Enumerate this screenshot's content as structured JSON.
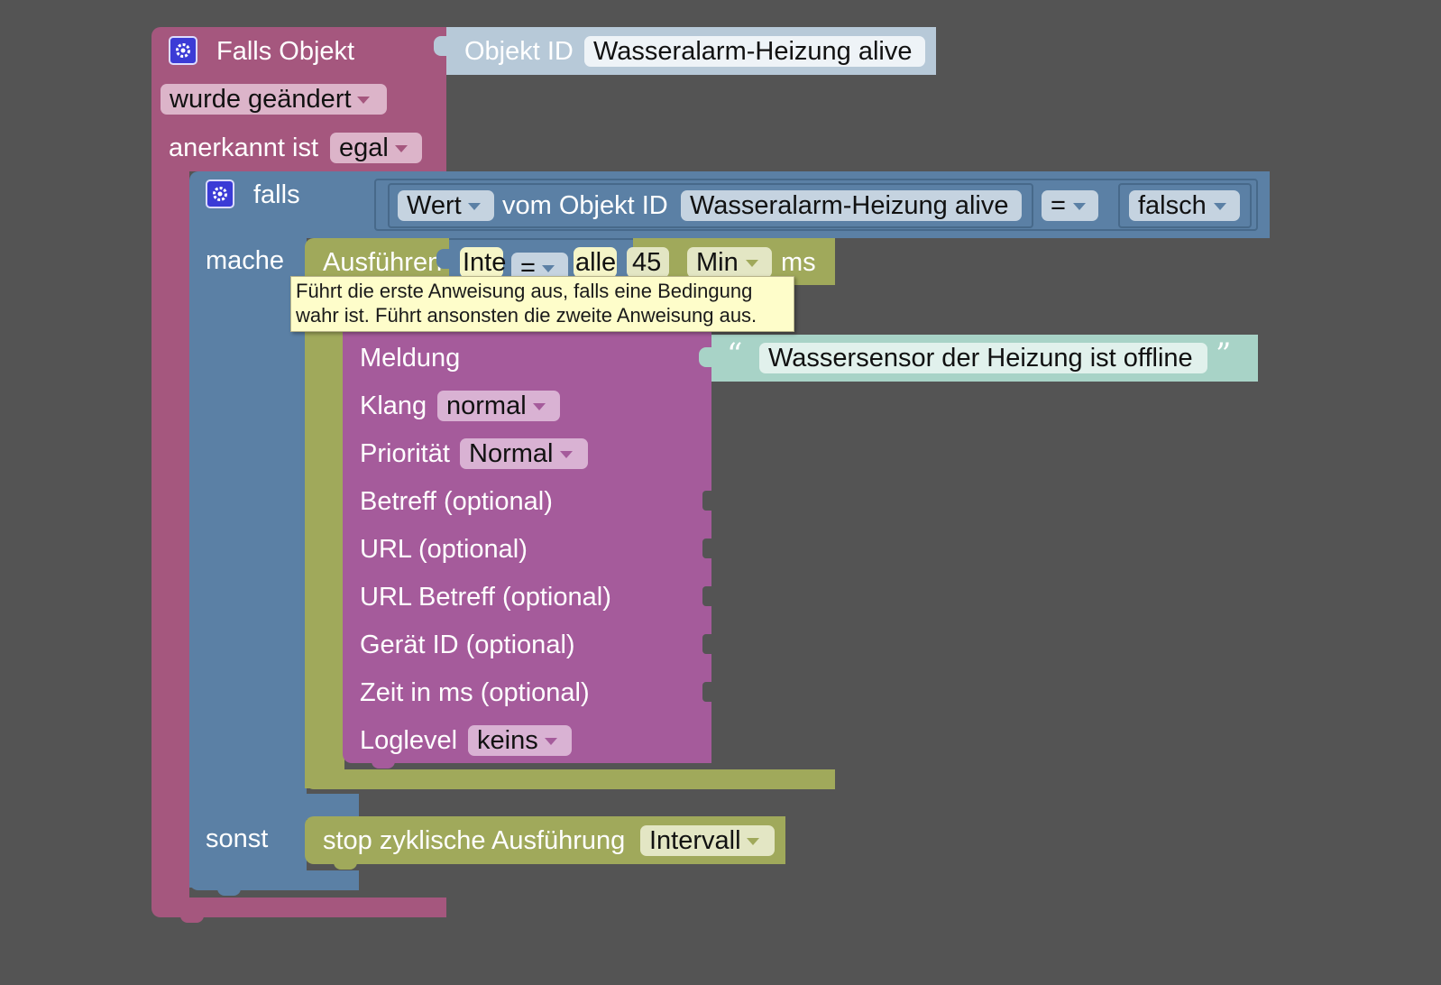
{
  "colors": {
    "event": "#a5577e",
    "control": "#5b80a5",
    "timer": "#a0a95b",
    "message": "#a55b9b",
    "object": "#b7c9d8",
    "text": "#a8d3c7",
    "tooltip": "#fefdca",
    "background": "#545454"
  },
  "event_block": {
    "title": "Falls Objekt",
    "object_label": "Objekt ID",
    "object_value": "Wasseralarm-Heizung alive",
    "trigger_value": "wurde geändert",
    "ack_label": "anerkannt ist",
    "ack_value": "egal"
  },
  "if_block": {
    "if_label": "falls",
    "do_label": "mache",
    "else_label": "sonst",
    "condition": {
      "value_label": "Wert",
      "object_label": "vom Objekt ID",
      "object_value": "Wasseralarm-Heizung alive",
      "operator": "=",
      "compare_value": "falsch"
    }
  },
  "timer_block": {
    "label_start": "Ausführen",
    "interval_fragment": "Inte",
    "interval_fragment_2": "alle",
    "operator": "=",
    "interval_value": "45",
    "unit_value": "Min",
    "unit_suffix": "ms"
  },
  "tooltip": {
    "line1": "Führt die erste Anweisung aus, falls eine Bedingung",
    "line2": "wahr ist. Führt ansonsten die zweite Anweisung aus."
  },
  "message_block": {
    "message_label": "Meldung",
    "message_text": "Wassersensor der Heizung ist offline",
    "sound_label": "Klang",
    "sound_value": "normal",
    "priority_label": "Priorität",
    "priority_value": "Normal",
    "subject_label": "Betreff (optional)",
    "url_label": "URL (optional)",
    "url_subject_label": "URL Betreff (optional)",
    "device_label": "Gerät ID (optional)",
    "time_label": "Zeit in ms (optional)",
    "loglevel_label": "Loglevel",
    "loglevel_value": "keins"
  },
  "stop_block": {
    "label": "stop zyklische Ausführung",
    "value": "Intervall"
  },
  "icons": {
    "gear": "gear-icon",
    "dropdown": "chevron-down-icon",
    "quote_open": "quote-open-icon",
    "quote_close": "quote-close-icon"
  }
}
